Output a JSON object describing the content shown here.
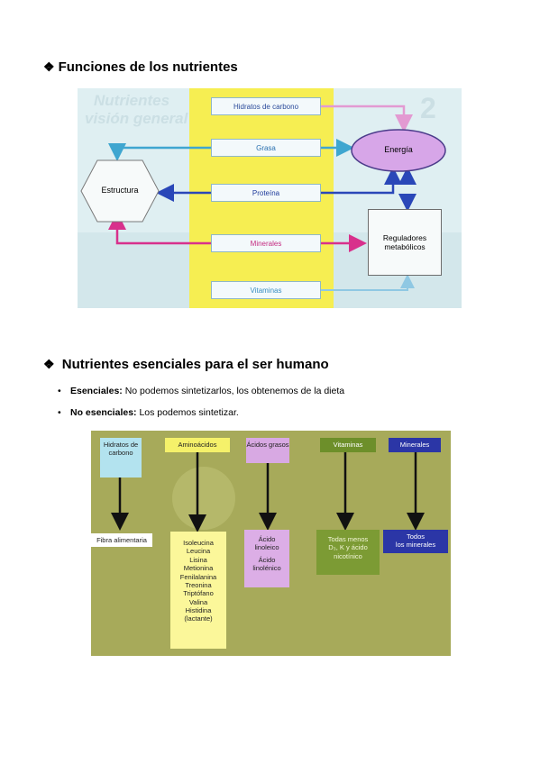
{
  "section1": {
    "bullet": "❖",
    "title": "Funciones de los nutrientes",
    "diagram": {
      "watermark1": "Nutrientes",
      "watermark2": "visión general",
      "watermark3": "2",
      "nutrients": [
        "Hidratos de carbono",
        "Grasa",
        "Proteína",
        "Minerales",
        "Vitaminas"
      ],
      "estructura": "Estructura",
      "energia": "Energía",
      "reguladores1": "Reguladores",
      "reguladores2": "metabólicos",
      "colors": {
        "yellow": "#f6ee52",
        "energy": "#d7a6e8",
        "blue": "#2a47b8",
        "cyan": "#3fa6d0",
        "magenta": "#d8308c",
        "pink": "#e39ad2"
      }
    }
  },
  "section2": {
    "bullet": "❖",
    "title": "Nutrientes esenciales para el ser humano",
    "items": [
      {
        "label": "Esenciales:",
        "text": " No podemos sintetizarlos, los obtenemos de la dieta"
      },
      {
        "label": "No esenciales:",
        "text": " Los podemos sintetizar."
      }
    ],
    "table": {
      "headers": [
        "Hidratos de carbono",
        "Aminoácidos",
        "Ácidos grasos",
        "Vitaminas",
        "Minerales"
      ],
      "results": {
        "hidratos": "Fibra alimentaria",
        "aminoacidos": [
          "Isoleucina",
          "Leucina",
          "Lisina",
          "Metionina",
          "Fenilalanina",
          "Treonina",
          "Triptófano",
          "Valina",
          "Histidina",
          "(lactante)"
        ],
        "acidos": [
          "Ácido",
          "linoleico",
          "Ácido",
          "linolénico"
        ],
        "vitaminas": [
          "Todas menos",
          "D₃, K y ácido",
          "nicotínico"
        ],
        "minerales": [
          "Todos",
          "los minerales"
        ]
      }
    }
  }
}
